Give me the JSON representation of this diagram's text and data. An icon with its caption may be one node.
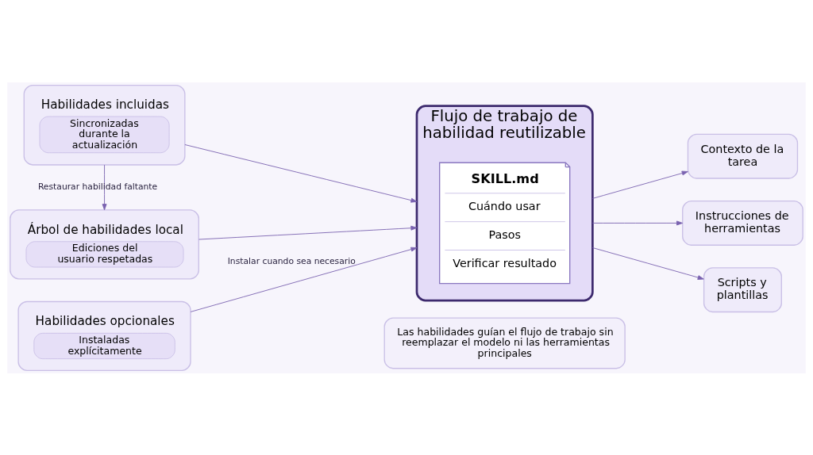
{
  "diagram": {
    "nodes": [
      {
        "text": [
          "Habilidades incluidas",
          "Sincronizadas durante la actualización"
        ]
      },
      {
        "text": [
          "Árbol de habilidades local",
          "Ediciones del usuario respetadas"
        ]
      },
      {
        "text": [
          "Habilidades opcionales",
          "Instaladas explícitamente"
        ]
      },
      {
        "text": [
          "Flujo de trabajo de habilidad reutilizable"
        ]
      },
      {
        "text": [
          "SKILL.md",
          "Cuándo usar",
          "Pasos",
          "Verificar resultado"
        ],
        "in": 3
      },
      {
        "text": [
          "Contexto de la tarea"
        ]
      },
      {
        "text": [
          "Instrucciones de herramientas"
        ]
      },
      {
        "text": [
          "Scripts y plantillas"
        ]
      }
    ],
    "edges": [
      {
        "from": 0,
        "to": 3,
        "arrow": "to"
      },
      {
        "from": 0,
        "to": 1,
        "arrow": "to",
        "label": "Restaurar habilidad faltante"
      },
      {
        "from": 1,
        "to": 3,
        "arrow": "to"
      },
      {
        "from": 2,
        "to": 3,
        "arrow": "to",
        "label": "Instalar cuando sea necesario"
      },
      {
        "from": 3,
        "to": 5,
        "arrow": "to"
      },
      {
        "from": 3,
        "to": 6,
        "arrow": "to"
      },
      {
        "from": 3,
        "to": 7,
        "arrow": "to"
      }
    ],
    "labels": [
      "Las habilidades guían el flujo de trabajo sin reemplazar el modelo ni las herramientas principales"
    ]
  }
}
